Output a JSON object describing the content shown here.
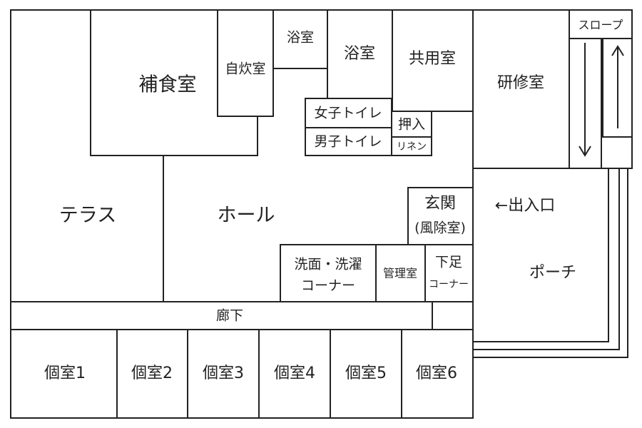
{
  "rooms": {
    "hoshokushitsu": "補食室",
    "jisuishitsu": "自炊室",
    "yokushitsu_small": "浴室",
    "yokushitsu": "浴室",
    "kyoyoshitsu": "共用室",
    "kenshushitsu": "研修室",
    "slope": "スロープ",
    "joshi_toilet": "女子トイレ",
    "danshi_toilet": "男子トイレ",
    "oshiire": "押入",
    "linen": "リネン",
    "terrace": "テラス",
    "hall": "ホール",
    "genkan": "玄関",
    "fujoshitsu": "(風除室)",
    "entrance_arrow": "←出入口",
    "senmen_line1": "洗面・洗濯",
    "senmen_line2": "コーナー",
    "kanrishitsu": "管理室",
    "gesoku_line1": "下足",
    "gesoku_line2": "コーナー",
    "porch": "ポーチ",
    "roka": "廊下",
    "koshitsu": [
      "個室1",
      "個室2",
      "個室3",
      "個室4",
      "個室5",
      "個室6"
    ]
  }
}
